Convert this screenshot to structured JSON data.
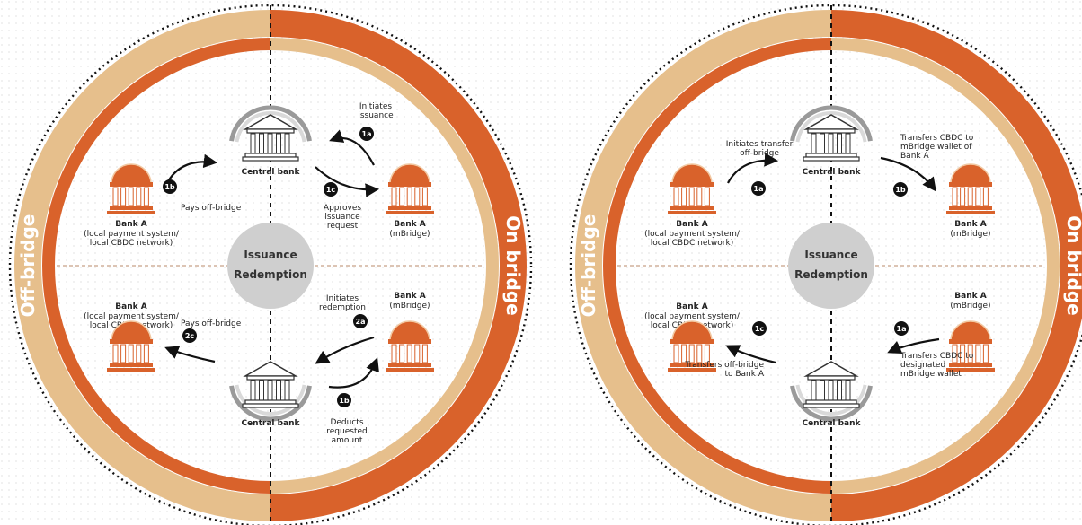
{
  "colors": {
    "on_bridge": "#d9622b",
    "off_bridge": "#e6bf8c",
    "hub": "#cfcfcf",
    "arrow": "#111111"
  },
  "panels": [
    {
      "side_left": "Off-bridge",
      "side_right": "On bridge",
      "hub_top": "Issuance",
      "hub_bottom": "Redemption",
      "central_top": "Central bank",
      "central_bottom": "Central bank",
      "bank_tl": {
        "title": "Bank A",
        "lines": [
          "(local payment system/",
          "local CBDC network)"
        ]
      },
      "bank_tr": {
        "title": "Bank A",
        "lines": [
          "(mBridge)"
        ]
      },
      "bank_bl": {
        "title": "Bank A",
        "lines": [
          "(local payment system/",
          "local CBDC network)"
        ]
      },
      "bank_br": {
        "title": "Bank A",
        "lines": [
          "(mBridge)"
        ]
      },
      "steps": [
        {
          "badge": "1a",
          "lines": [
            "Initiates",
            "issuance"
          ]
        },
        {
          "badge": "1b",
          "lines": [
            "Pays off-bridge"
          ]
        },
        {
          "badge": "1c",
          "lines": [
            "Approves",
            "issuance",
            "request"
          ]
        },
        {
          "badge": "2a",
          "lines": [
            "Initiates",
            "redemption"
          ]
        },
        {
          "badge": "1b",
          "lines": [
            "Deducts",
            "requested",
            "amount"
          ]
        },
        {
          "badge": "2c",
          "lines": [
            "Pays off-bridge"
          ]
        }
      ]
    },
    {
      "side_left": "Off-bridge",
      "side_right": "On bridge",
      "hub_top": "Issuance",
      "hub_bottom": "Redemption",
      "central_top": "Central bank",
      "central_bottom": "Central bank",
      "bank_tl": {
        "title": "Bank A",
        "lines": [
          "(local payment system/",
          "local CBDC network)"
        ]
      },
      "bank_tr": {
        "title": "Bank A",
        "lines": [
          "(mBridge)"
        ]
      },
      "bank_bl": {
        "title": "Bank A",
        "lines": [
          "(local payment system/",
          "local CBDC network)"
        ]
      },
      "bank_br": {
        "title": "Bank A",
        "lines": [
          "(mBridge)"
        ]
      },
      "steps": [
        {
          "badge": "1a",
          "lines": [
            "Initiates transfer",
            "off-bridge"
          ]
        },
        {
          "badge": "1b",
          "lines": [
            "Transfers CBDC to",
            "mBridge wallet of",
            "Bank A"
          ]
        },
        {
          "badge": "1a",
          "lines": [
            "Transfers CBDC to",
            "designated",
            "mBridge wallet"
          ]
        },
        {
          "badge": "1c",
          "lines": [
            "Transfers off-bridge",
            "to Bank A"
          ]
        }
      ]
    }
  ]
}
